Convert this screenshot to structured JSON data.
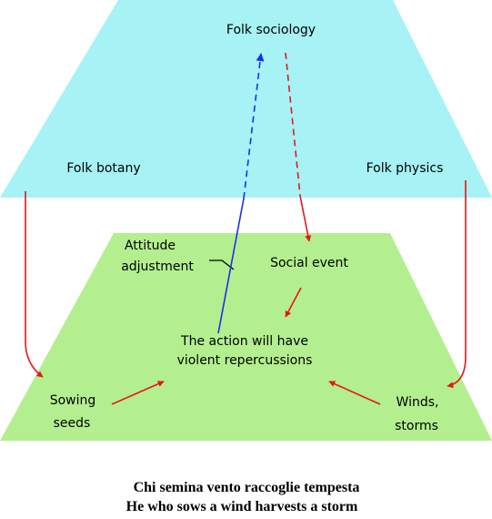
{
  "colors": {
    "top_plane": "#a6f2f5",
    "bottom_plane": "#b3ef8f",
    "arrow_red": "#e8141e",
    "arrow_blue": "#1a30f0",
    "text": "#000000"
  },
  "top_plane": {
    "title": "Folk sociology",
    "left_label": "Folk botany",
    "right_label": "Folk physics"
  },
  "bottom_plane": {
    "attitude_line1": "Attitude",
    "attitude_line2": "adjustment",
    "social_event": "Social event",
    "action_line1": "The action will have",
    "action_line2": "violent repercussions",
    "sowing_line1": "Sowing",
    "sowing_line2": "seeds",
    "winds_line1": "Winds,",
    "winds_line2": "storms"
  },
  "caption": {
    "italian": "Chi semina vento raccoglie tempesta",
    "english": "He who sows a wind harvests a storm"
  }
}
